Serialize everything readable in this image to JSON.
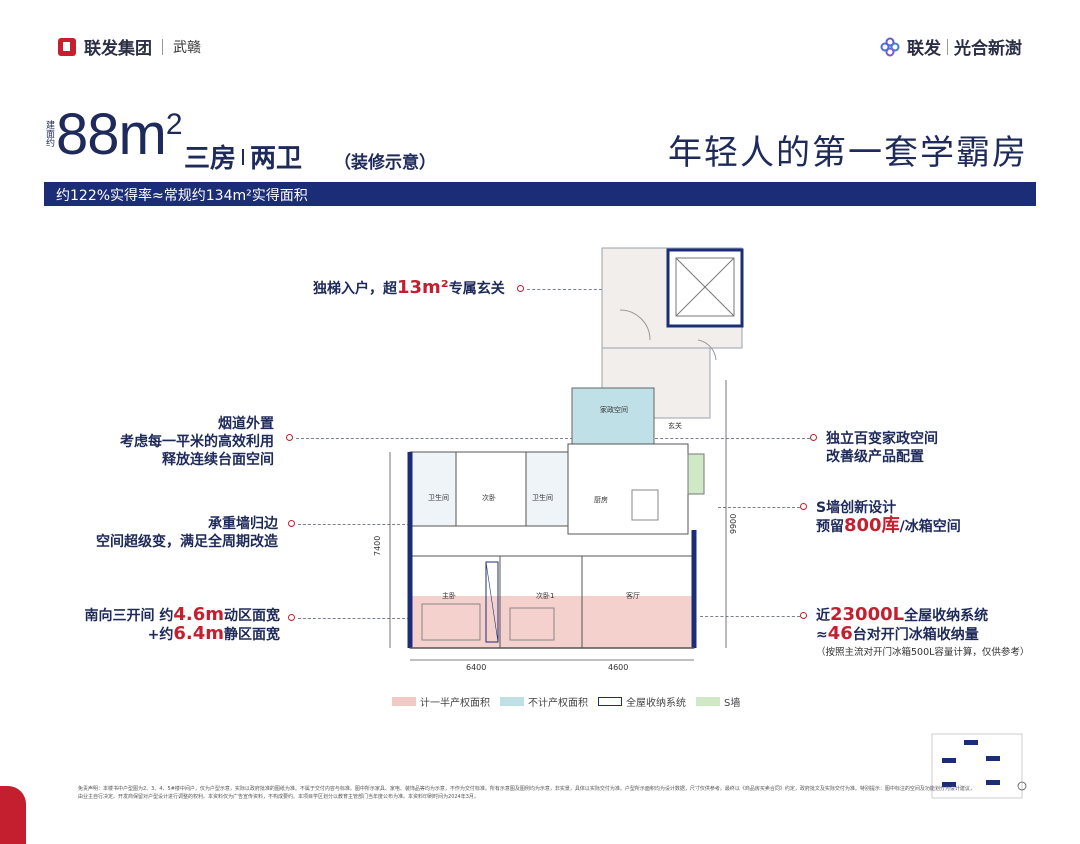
{
  "header": {
    "brand_left": "联发集团",
    "city": "武赣",
    "brand_right_a": "联发",
    "brand_right_b": "光合新澍"
  },
  "title": {
    "area_tag": "建面约",
    "area_number": "88m",
    "area_sup": "2",
    "rooms": "三房",
    "baths": "两卫",
    "decoration": "（装修示意）",
    "slogan": "年轻人的第一套学霸房",
    "banner": "约122%实得率≈常规约134m²实得面积"
  },
  "annotations": {
    "entry_a": "独梯入户，超",
    "entry_b": "13m²",
    "entry_c": "专属玄关",
    "flue_1": "烟道外置",
    "flue_2": "考虑每一平米的高效利用",
    "flue_3": "释放连续台面空间",
    "wall_1": "承重墙归边",
    "wall_2": "空间超级变，满足全周期改造",
    "south_1a": "南向三开间 约",
    "south_1b": "4.6m",
    "south_1c": "动区面宽",
    "south_2a": "+约",
    "south_2b": "6.4m",
    "south_2c": "静区面宽",
    "house_1": "独立百变家政空间",
    "house_2": "改善级产品配置",
    "swall_1": "S墙创新设计",
    "swall_2a": "预留",
    "swall_2b": "800库",
    "swall_2c": "/冰箱空间",
    "storage_1a": "近",
    "storage_1b": "23000L",
    "storage_1c": "全屋收纳系统",
    "storage_2a": "≈",
    "storage_2b": "46",
    "storage_2c": "台对开门冰箱收纳量",
    "storage_note": "（按照主流对开门冰箱500L容量计算，仅供参考）"
  },
  "plan": {
    "rooms": [
      "家政空间",
      "玄关",
      "卫生间",
      "次卧",
      "卫生间",
      "厨房",
      "主卧",
      "次卧1",
      "客厅"
    ],
    "dims": [
      "7400",
      "9900",
      "6400",
      "4600"
    ]
  },
  "legend": [
    {
      "label": "计一半产权面积",
      "color": "#f3c9c6"
    },
    {
      "label": "不计产权面积",
      "color": "#bfe0e6"
    },
    {
      "label": "全屋收纳系统",
      "color": "#ffffff"
    },
    {
      "label": "S墙",
      "color": "#cfe8c5"
    }
  ],
  "disclaimer": "免责声明：本楼书中户型图为2、3、4、5#楼中间户，仅为户型示意，实际以政府批准的图纸为准。不属于交付内容与标准。图中所示家具、家电、装饰品等均为示意，不作为交付标准。所有示意图及图例均为示意，非实景，具体以实际交付为准。户型所示面积均为设计数据，尺寸仅供参考。最终以《商品房买卖合同》约定，政府批文及实际交付为准。特别提示：图中标注的空间及功能划分为设计建议，由业主自行决定。开发商保留对户型设计进行调整的权利。本资料仅为广告宣传资料，不构成要约。本项目学区划分以教育主管部门当年度公布为准。本资料印刷时间为2024年3月。"
}
